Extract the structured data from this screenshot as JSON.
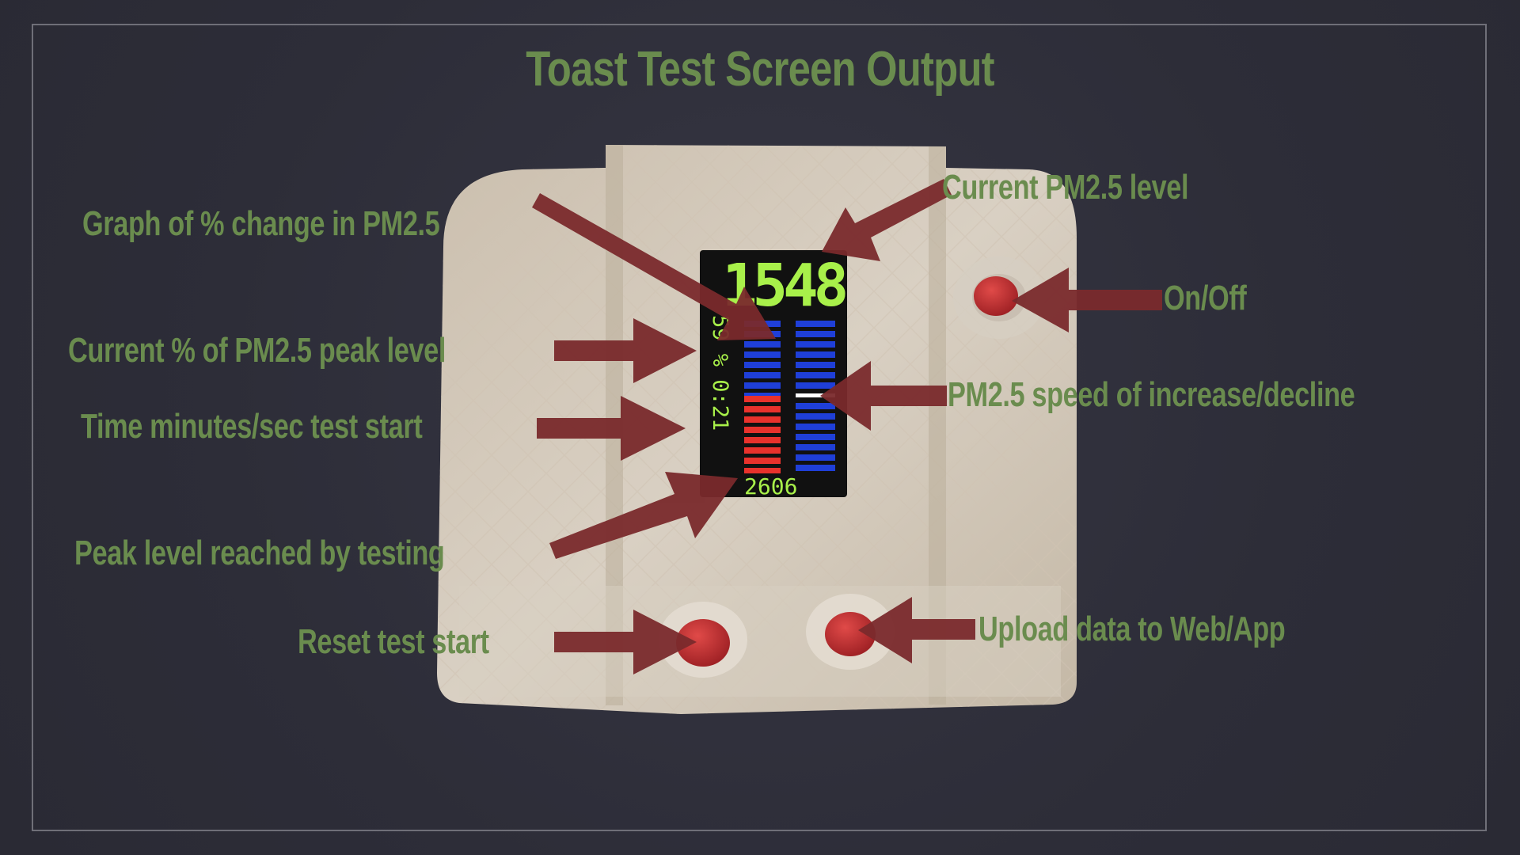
{
  "title": "Toast Test Screen Output",
  "labels": {
    "current_level": "Current PM2.5 level",
    "graph_change": "Graph of % change in PM2.5",
    "on_off": "On/Off",
    "current_percent_peak": "Current % of PM2.5 peak level",
    "speed": "PM2.5 speed of increase/decline",
    "time": "Time minutes/sec test start",
    "peak_level": "Peak level reached by testing",
    "reset": "Reset test start",
    "upload": "Upload data to Web/App"
  },
  "display": {
    "current_value": "1548",
    "rotated_readout": "59 % 0:21",
    "peak_value": "2606"
  },
  "colors": {
    "label_green": "#6a8c4e",
    "arrow_red": "#7a2a2c",
    "lcd_green": "#a8f04a",
    "bar_blue": "#1f3fd8",
    "bar_red": "#e8322c",
    "button_red": "#b8262a"
  }
}
